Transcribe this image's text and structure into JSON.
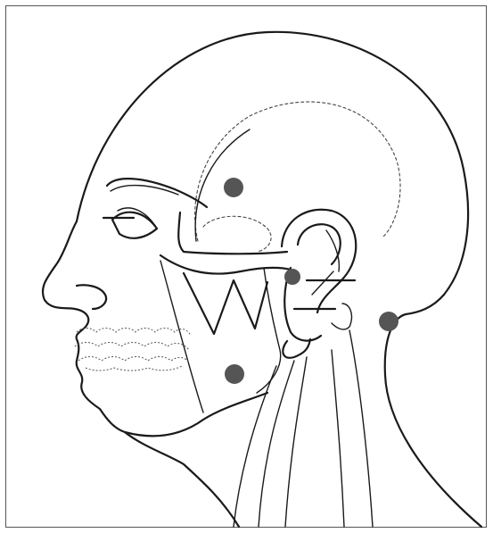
{
  "figure": {
    "kind": "head-side-anatomy-line-drawing",
    "ink_color": "#1a1a1a",
    "marker_color": "#555555",
    "markers": [
      {
        "name": "temporal-region"
      },
      {
        "name": "pre-auricular-region"
      },
      {
        "name": "masseter-region"
      },
      {
        "name": "posterior-neck-region"
      }
    ]
  }
}
